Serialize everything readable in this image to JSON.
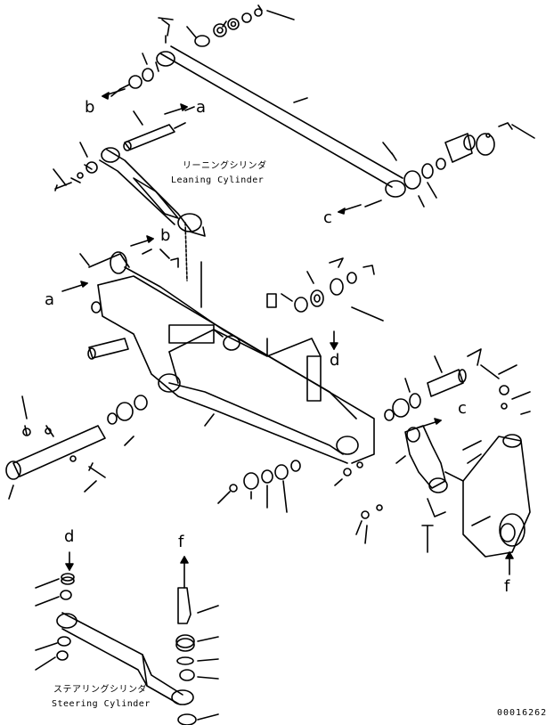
{
  "drawing_code": "00016262",
  "captions": {
    "leaning_jp": "リーニングシリンダ",
    "leaning_en": "Leaning Cylinder",
    "steering_jp": "ステアリングシリンダ",
    "steering_en": "Steering Cylinder"
  },
  "ref_letters": {
    "a_top": "a",
    "a_left": "a",
    "b_top": "b",
    "b_mid": "b",
    "c_right_upper": "c",
    "c_right_mid": "c",
    "d_center": "d",
    "d_lower": "d",
    "f_lower": "f",
    "f_right": "f"
  },
  "colors": {
    "ink": "#000000",
    "paper": "#ffffff"
  }
}
